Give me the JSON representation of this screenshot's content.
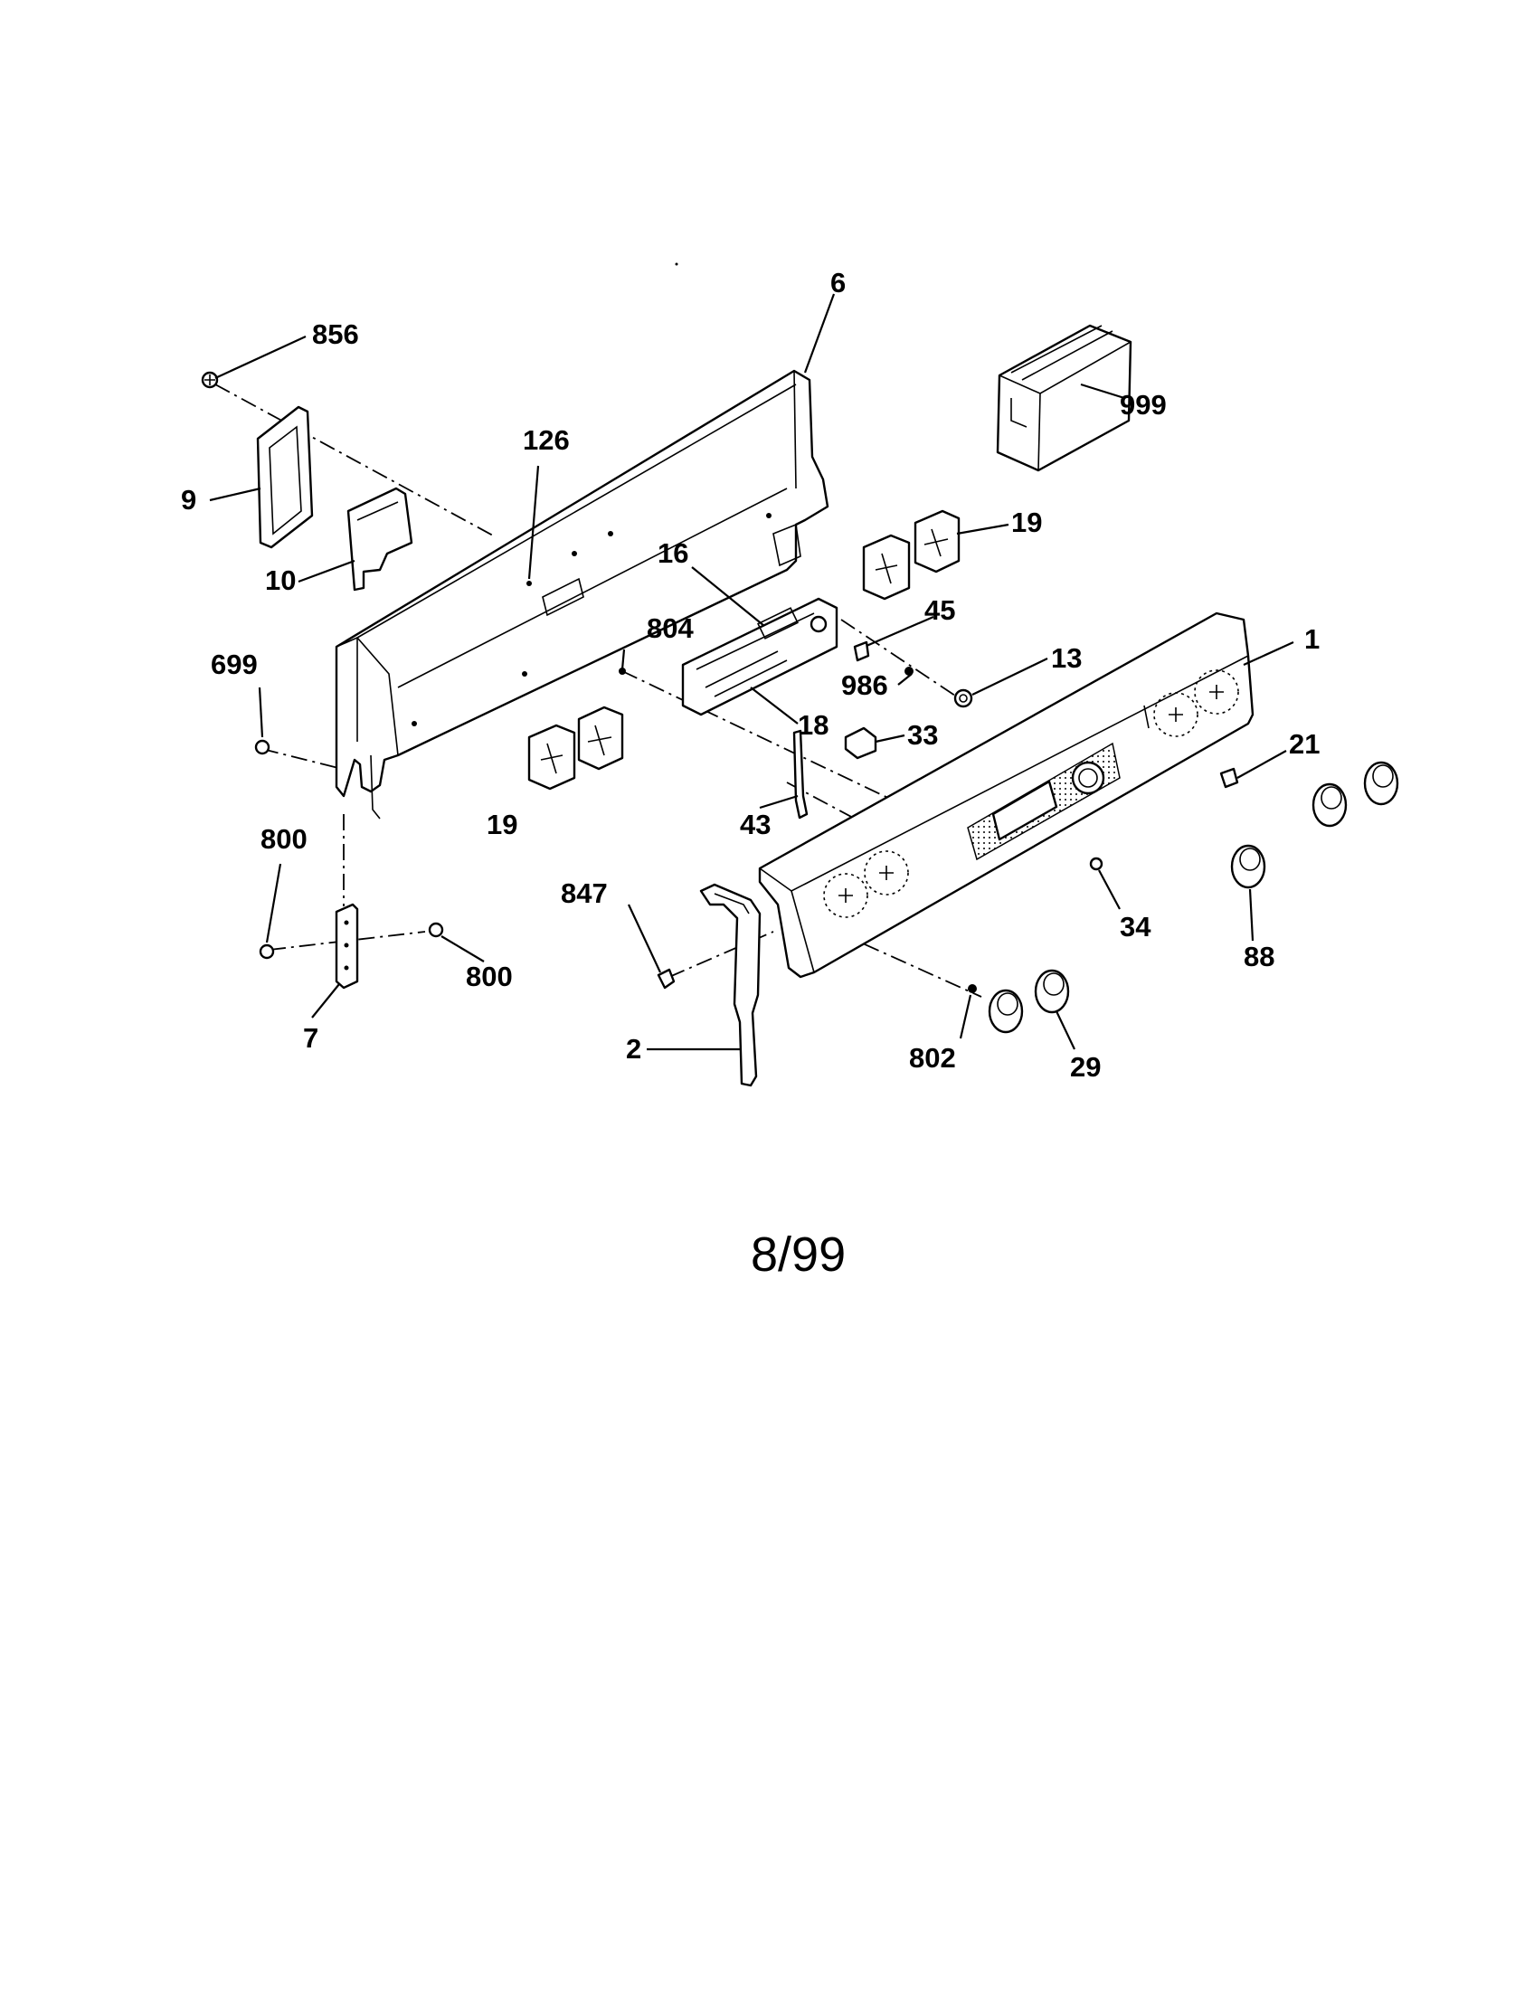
{
  "callouts": {
    "p1": "1",
    "p2": "2",
    "p6": "6",
    "p7": "7",
    "p9": "9",
    "p10": "10",
    "p13": "13",
    "p16": "16",
    "p18": "18",
    "p19a": "19",
    "p19b": "19",
    "p21": "21",
    "p29": "29",
    "p33": "33",
    "p34": "34",
    "p43": "43",
    "p45": "45",
    "p88": "88",
    "p126": "126",
    "p699": "699",
    "p800a": "800",
    "p800b": "800",
    "p802": "802",
    "p804": "804",
    "p847": "847",
    "p856": "856",
    "p986": "986",
    "p999": "999"
  },
  "revision": "8/99"
}
